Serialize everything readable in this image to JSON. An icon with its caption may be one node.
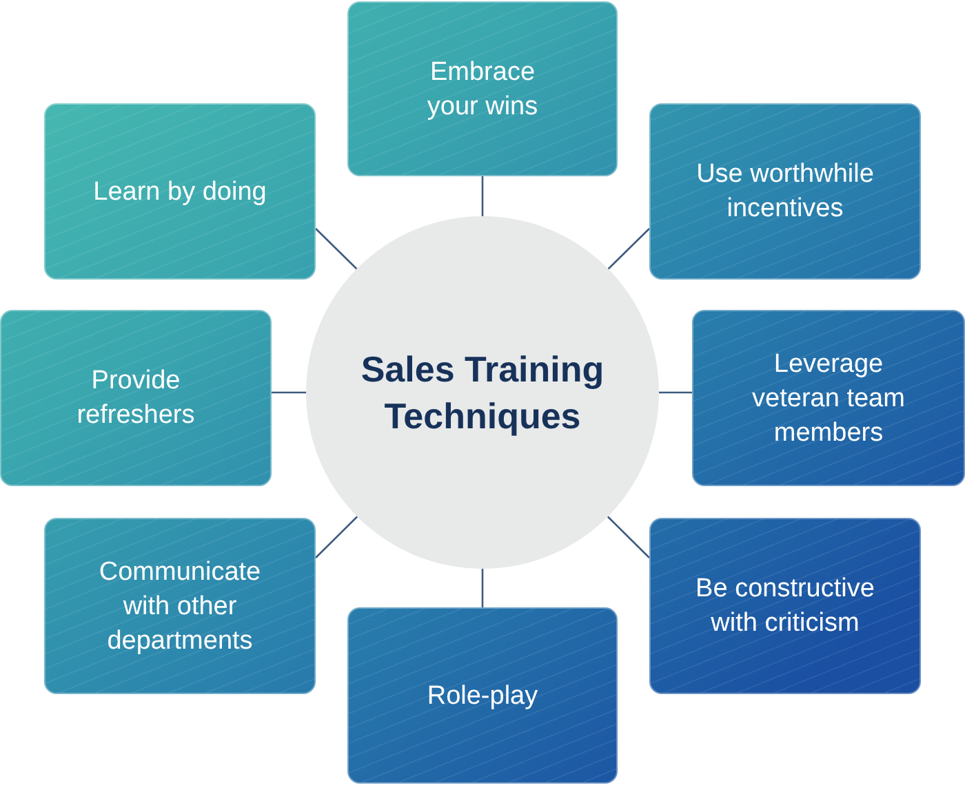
{
  "diagram": {
    "nodes": [
      {
        "text": [
          "Sales Training Techniques"
        ]
      },
      {
        "text": [
          "Embrace your wins"
        ]
      },
      {
        "text": [
          "Learn by doing"
        ]
      },
      {
        "text": [
          "Use worthwhile incentives"
        ]
      },
      {
        "text": [
          "Provide refreshers"
        ]
      },
      {
        "text": [
          "Leverage veteran team members"
        ]
      },
      {
        "text": [
          "Communicate with other departments"
        ]
      },
      {
        "text": [
          "Be constructive with criticism"
        ]
      },
      {
        "text": [
          "Role-play"
        ]
      }
    ],
    "edges": [
      {
        "from": 0,
        "to": 1,
        "arrow": "none"
      },
      {
        "from": 0,
        "to": 2,
        "arrow": "none"
      },
      {
        "from": 0,
        "to": 3,
        "arrow": "none"
      },
      {
        "from": 0,
        "to": 4,
        "arrow": "none"
      },
      {
        "from": 0,
        "to": 5,
        "arrow": "none"
      },
      {
        "from": 0,
        "to": 6,
        "arrow": "none"
      },
      {
        "from": 0,
        "to": 7,
        "arrow": "none"
      },
      {
        "from": 0,
        "to": 8,
        "arrow": "none"
      }
    ]
  }
}
